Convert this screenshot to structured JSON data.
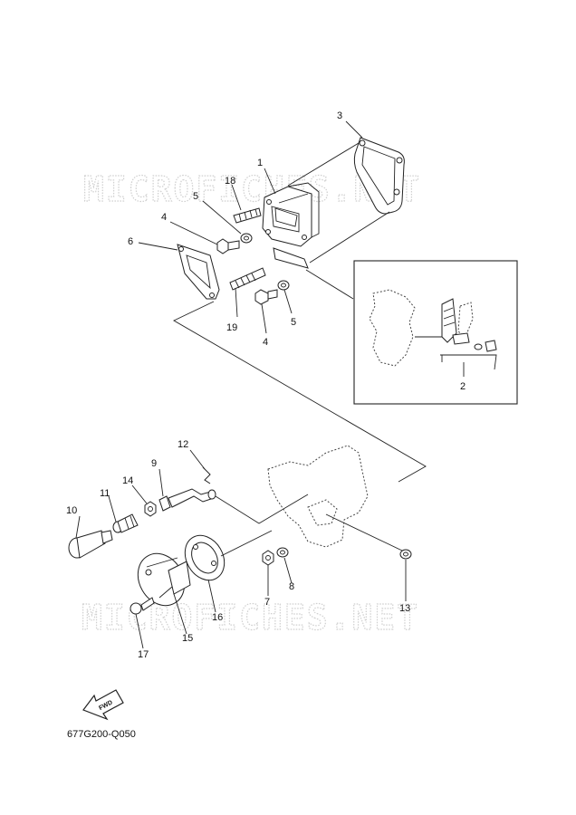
{
  "watermark": "MICROFICHES.NET",
  "callouts": {
    "c1": "1",
    "c2": "2",
    "c3": "3",
    "c4a": "4",
    "c4b": "4",
    "c5a": "5",
    "c5b": "5",
    "c6": "6",
    "c7": "7",
    "c8": "8",
    "c9": "9",
    "c10": "10",
    "c11": "11",
    "c12": "12",
    "c13": "13",
    "c14": "14",
    "c15": "15",
    "c16": "16",
    "c17": "17",
    "c18": "18",
    "c19": "19"
  },
  "fwd_label": "FWD",
  "diagram_code": "677G200-Q050"
}
